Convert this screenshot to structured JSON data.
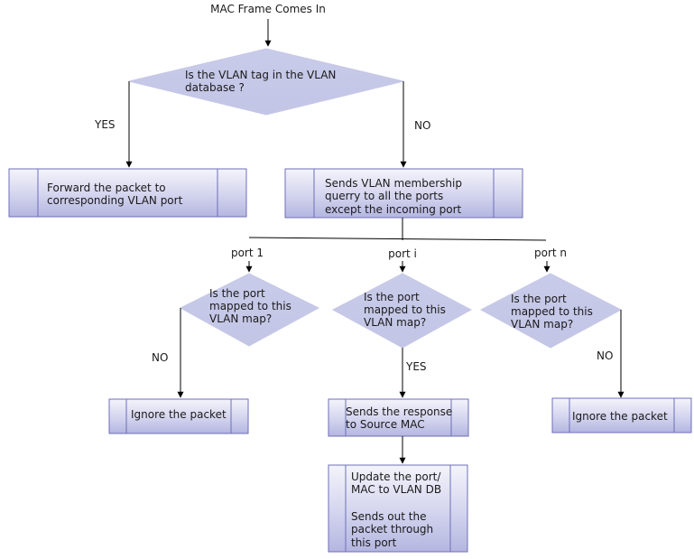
{
  "start_label": "MAC Frame Comes In",
  "decision_main": [
    "Is the VLAN tag in the VLAN",
    "database ?"
  ],
  "edge_yes_main": "YES",
  "edge_no_main": "NO",
  "forward_box": [
    "Forward the packet to",
    "corresponding VLAN port"
  ],
  "query_box": [
    "Sends VLAN membership",
    "querry to all the ports",
    "except the incoming port"
  ],
  "port_labels": [
    "port 1",
    "port i",
    "port n"
  ],
  "port_decision": [
    "Is the port",
    "mapped to this",
    "VLAN map?"
  ],
  "edge_no_port1": "NO",
  "edge_yes_porti": "YES",
  "edge_no_portn": "NO",
  "ignore_box": "Ignore the packet",
  "response_box": [
    "Sends the response",
    "to Source MAC"
  ],
  "update_box": [
    "Update the port/",
    "MAC to VLAN DB",
    "",
    "Sends out the",
    "packet through",
    "this port"
  ]
}
